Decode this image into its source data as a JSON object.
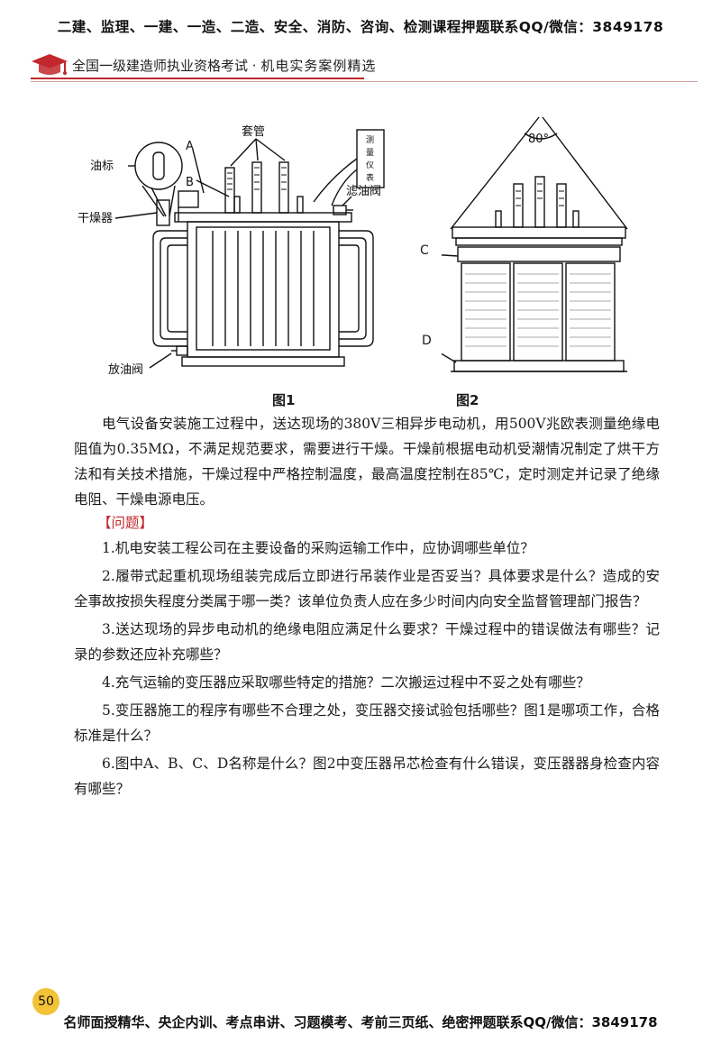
{
  "header": {
    "banner": "二建、监理、一建、一造、二造、安全、消防、咨询、检测课程押题联系QQ/微信：3849178",
    "book_title": "全国一级建造师执业资格考试",
    "book_subtitle": "机电实务案例精选"
  },
  "figure1": {
    "label_bushing": "套管",
    "label_a": "A",
    "label_b": "B",
    "label_oil_gauge": "油标",
    "label_dryer": "干燥器",
    "label_filter_valve": "滤油阀",
    "label_drain_valve": "放油阀",
    "meter_box": [
      "测",
      "量",
      "仪",
      "表"
    ],
    "caption": "图1"
  },
  "figure2": {
    "angle": "80°",
    "label_c": "C",
    "label_d": "D",
    "caption": "图2"
  },
  "paragraph": "电气设备安装施工过程中，送达现场的380V三相异步电动机，用500V兆欧表测量绝缘电阻值为0.35MΩ，不满足规范要求，需要进行干燥。干燥前根据电动机受潮情况制定了烘干方法和有关技术措施，干燥过程中严格控制温度，最高温度控制在85℃，定时测定并记录了绝缘电阻、干燥电源电压。",
  "questions_heading": "【问题】",
  "questions": [
    "1.机电安装工程公司在主要设备的采购运输工作中，应协调哪些单位？",
    "2.履带式起重机现场组装完成后立即进行吊装作业是否妥当？具体要求是什么？造成的安全事故按损失程度分类属于哪一类？该单位负责人应在多少时间内向安全监督管理部门报告？",
    "3.送达现场的异步电动机的绝缘电阻应满足什么要求？干燥过程中的错误做法有哪些？记录的参数还应补充哪些？",
    "4.充气运输的变压器应采取哪些特定的措施？二次搬运过程中不妥之处有哪些？",
    "5.变压器施工的程序有哪些不合理之处，变压器交接试验包括哪些？图1是哪项工作，合格标准是什么？",
    "6.图中A、B、C、D名称是什么？图2中变压器吊芯检查有什么错误，变压器器身检查内容有哪些？"
  ],
  "page_number": "50",
  "footer": {
    "banner": "名师面授精华、央企内训、考点串讲、习题模考、考前三页纸、绝密押题联系QQ/微信：3849178"
  },
  "colors": {
    "accent": "#c1272d",
    "page_badge": "#f2c237"
  }
}
